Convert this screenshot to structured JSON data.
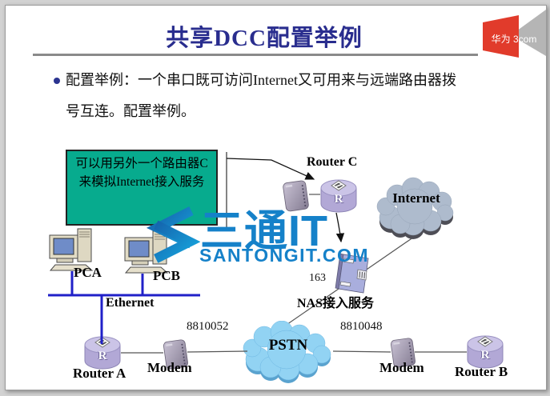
{
  "slide": {
    "title": "共享DCC配置举例",
    "logo_text": "华为 3com",
    "bullet_lines": [
      "配置举例：一个串口既可访问Internet又可用来与远端路由器拨",
      "号互连。配置举例。"
    ]
  },
  "callout": {
    "lines": [
      "可以用另外一个路由器C",
      "来模拟Internet接入服务"
    ]
  },
  "diagram": {
    "labels": {
      "router_c": "Router C",
      "internet": "Internet",
      "pca": "PCA",
      "pcb": "PCB",
      "ethernet": "Ethernet",
      "nas_number": "163",
      "nas": "NAS接入服务",
      "router_a": "Router A",
      "modem_a": "Modem",
      "phone_a": "8810052",
      "pstn": "PSTN",
      "phone_b": "8810048",
      "modem_b": "Modem",
      "router_b": "Router B",
      "router_letter": "R"
    }
  },
  "watermark": {
    "cn": "三通IT",
    "domain": "SANTONGIT.COM"
  },
  "colors": {
    "title_navy": "#292D8E",
    "logo_red": "#E13B2B",
    "logo_gray": "#B5B5B5",
    "callout_green": "#07AB8E",
    "ethernet_blue": "#2020C8",
    "watermark_blue": "#1581C9",
    "pstn_cloud_blue": "#92D3F3",
    "internet_cloud_gray": "#AEBBCD",
    "device_purple": "#B2A8D6"
  }
}
